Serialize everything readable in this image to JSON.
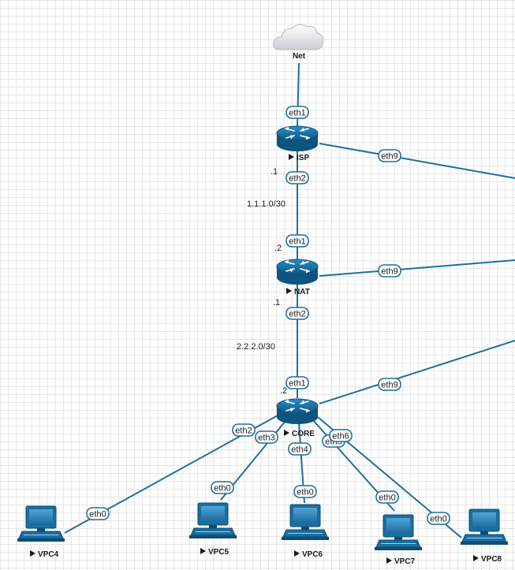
{
  "cloud": {
    "label": "Net",
    "icon": "cloud-icon"
  },
  "routers": {
    "isp": {
      "label": "ISP",
      "icon": "router-icon"
    },
    "nat": {
      "label": "NAT",
      "icon": "router-icon"
    },
    "core": {
      "label": "CORE",
      "icon": "router-icon"
    }
  },
  "pcs": {
    "vpc4": {
      "label": "VPC4",
      "icon": "pc-icon"
    },
    "vpc5": {
      "label": "VPC5",
      "icon": "pc-icon"
    },
    "vpc6": {
      "label": "VPC6",
      "icon": "pc-icon"
    },
    "vpc7": {
      "label": "VPC7",
      "icon": "pc-icon"
    },
    "vpc8": {
      "label": "VPC8",
      "icon": "pc-icon"
    }
  },
  "ports": {
    "isp_eth1": "eth1",
    "isp_eth2": "eth2",
    "isp_eth9": "eth9",
    "nat_eth1": "eth1",
    "nat_eth2": "eth2",
    "nat_eth9": "eth9",
    "core_eth1": "eth1",
    "core_eth9": "eth9",
    "core_eth2": "eth2",
    "core_eth3": "eth3",
    "core_eth4": "eth4",
    "core_eth5": "eth5",
    "core_eth6": "eth6",
    "vpc4_eth0": "eth0",
    "vpc5_eth0": "eth0",
    "vpc6_eth0": "eth0",
    "vpc7_eth0": "eth0",
    "vpc8_eth0": "eth0"
  },
  "annotations": {
    "isp_addr": ".1",
    "subnet1": "1.1.1.0/30",
    "nat_addr_up": ".2",
    "nat_addr_down": ".1",
    "subnet2": "2.2.2.0/30",
    "core_addr": ".2"
  },
  "colors": {
    "link": "#1f6f9e",
    "device": "#1a6ea0",
    "grid": "#e6e6e6"
  }
}
